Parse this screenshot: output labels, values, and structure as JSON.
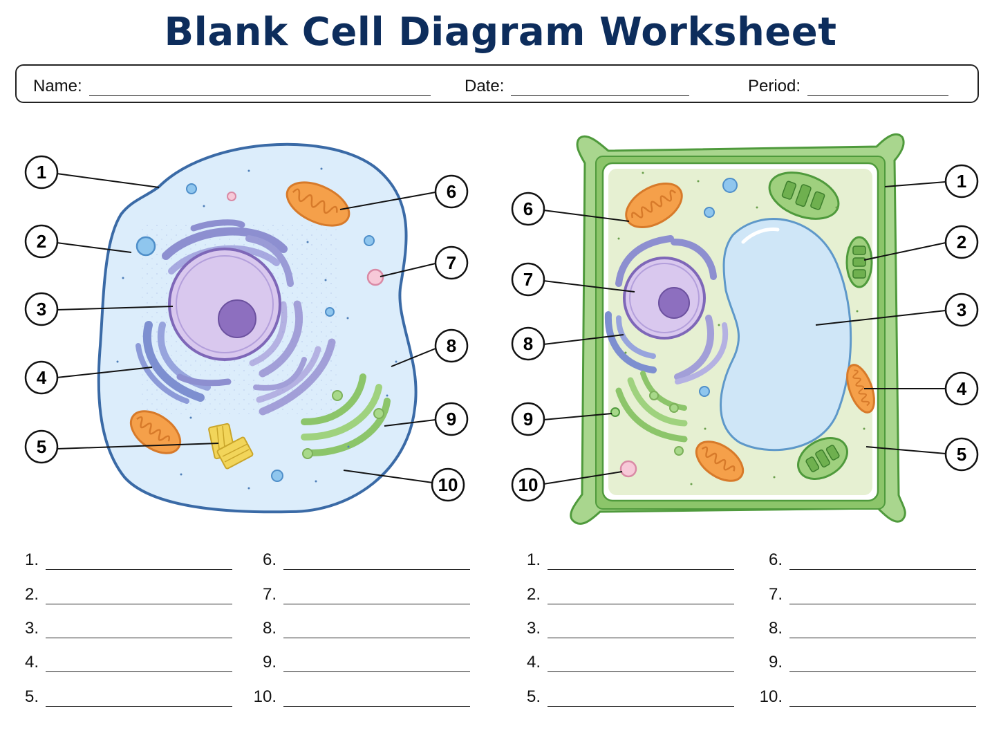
{
  "title": "Blank Cell Diagram Worksheet",
  "info": {
    "name_label": "Name:",
    "date_label": "Date:",
    "period_label": "Period:"
  },
  "animal_cell": {
    "labels": [
      "1",
      "2",
      "3",
      "4",
      "5",
      "6",
      "7",
      "8",
      "9",
      "10"
    ]
  },
  "plant_cell": {
    "labels": [
      "1",
      "2",
      "3",
      "4",
      "5",
      "6",
      "7",
      "8",
      "9",
      "10"
    ]
  },
  "answers": {
    "left_a": [
      "1.",
      "2.",
      "3.",
      "4.",
      "5."
    ],
    "left_b": [
      "6.",
      "7.",
      "8.",
      "9.",
      "10."
    ],
    "right_a": [
      "1.",
      "2.",
      "3.",
      "4.",
      "5."
    ],
    "right_b": [
      "6.",
      "7.",
      "8.",
      "9.",
      "10."
    ]
  }
}
